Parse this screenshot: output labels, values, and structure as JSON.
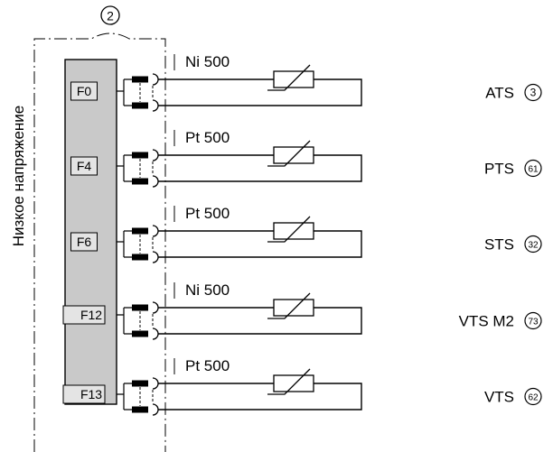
{
  "callout_top": "2",
  "side_label": "Низкое напряжение",
  "channels": [
    {
      "terminal": "F0",
      "sensor_type": "Ni 500",
      "name": "ATS",
      "callout": "3"
    },
    {
      "terminal": "F4",
      "sensor_type": "Pt 500",
      "name": "PTS",
      "callout": "61"
    },
    {
      "terminal": "F6",
      "sensor_type": "Pt 500",
      "name": "STS",
      "callout": "32"
    },
    {
      "terminal": "F12",
      "sensor_type": "Ni 500",
      "name": "VTS M2",
      "callout": "73"
    },
    {
      "terminal": "F13",
      "sensor_type": "Pt 500",
      "name": "VTS",
      "callout": "62"
    }
  ]
}
